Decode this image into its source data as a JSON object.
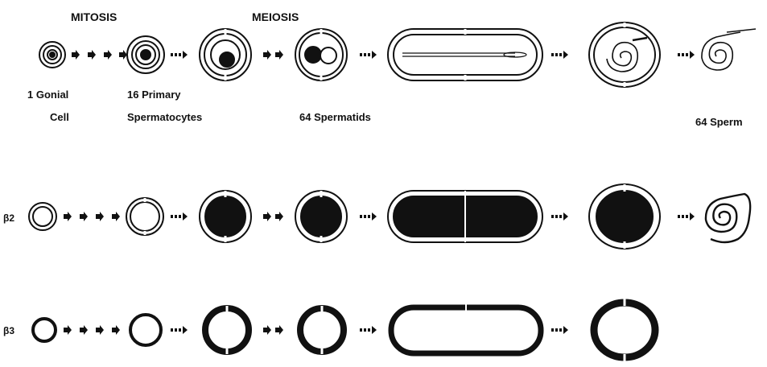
{
  "labels": {
    "mitosis": "MITOSIS",
    "meiosis": "MEIOSIS",
    "gonial_line1": "1 Gonial",
    "gonial_line2": "Cell",
    "primary_line1": "16  Primary",
    "primary_line2": "Spermatocytes",
    "spermatids": "64  Spermatids",
    "sperm": "64  Sperm"
  },
  "rows": [
    {
      "label": "",
      "pattern": "nuclear"
    },
    {
      "label": "β2",
      "pattern": "beta2"
    },
    {
      "label": "β3",
      "pattern": "beta3"
    }
  ],
  "stage_transitions": [
    "mitosis",
    "mitosis",
    "meiosis",
    "differentiation",
    "differentiation",
    "differentiation"
  ],
  "colors": {
    "ink": "#111111",
    "background": "#ffffff"
  }
}
